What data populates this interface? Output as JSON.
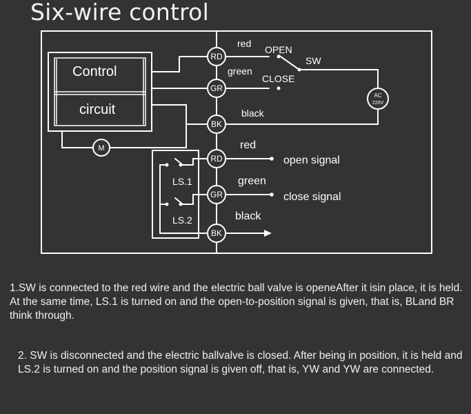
{
  "title": "Six-wire control",
  "diagram": {
    "control_box": [
      "Control",
      "circuit"
    ],
    "terminals": [
      "RD",
      "GR",
      "BK",
      "RD",
      "GR",
      "BK"
    ],
    "wire_labels": [
      "red",
      "green",
      "black",
      "red",
      "green",
      "black"
    ],
    "switch": {
      "open": "OPEN",
      "close": "CLOSE",
      "sw": "SW"
    },
    "ac_source": {
      "top": "AC",
      "bottom": "220V"
    },
    "motor": "M",
    "limit_switches": [
      "LS.1",
      "LS.2"
    ],
    "signals": [
      "open signal",
      "close signal"
    ]
  },
  "notes": [
    "1.SW is connected to the red wire and the electric ball valve is openeAfter it isin place, it is held. At the same time, LS.1 is turned on and the open-to-position signal is given, that is, BLand BR think through.",
    "2. SW is disconnected and the electric ballvalve is closed. After being in position, it is held and LS.2 is turned on and the position signal is given off, that is, YW and YW are connected."
  ]
}
